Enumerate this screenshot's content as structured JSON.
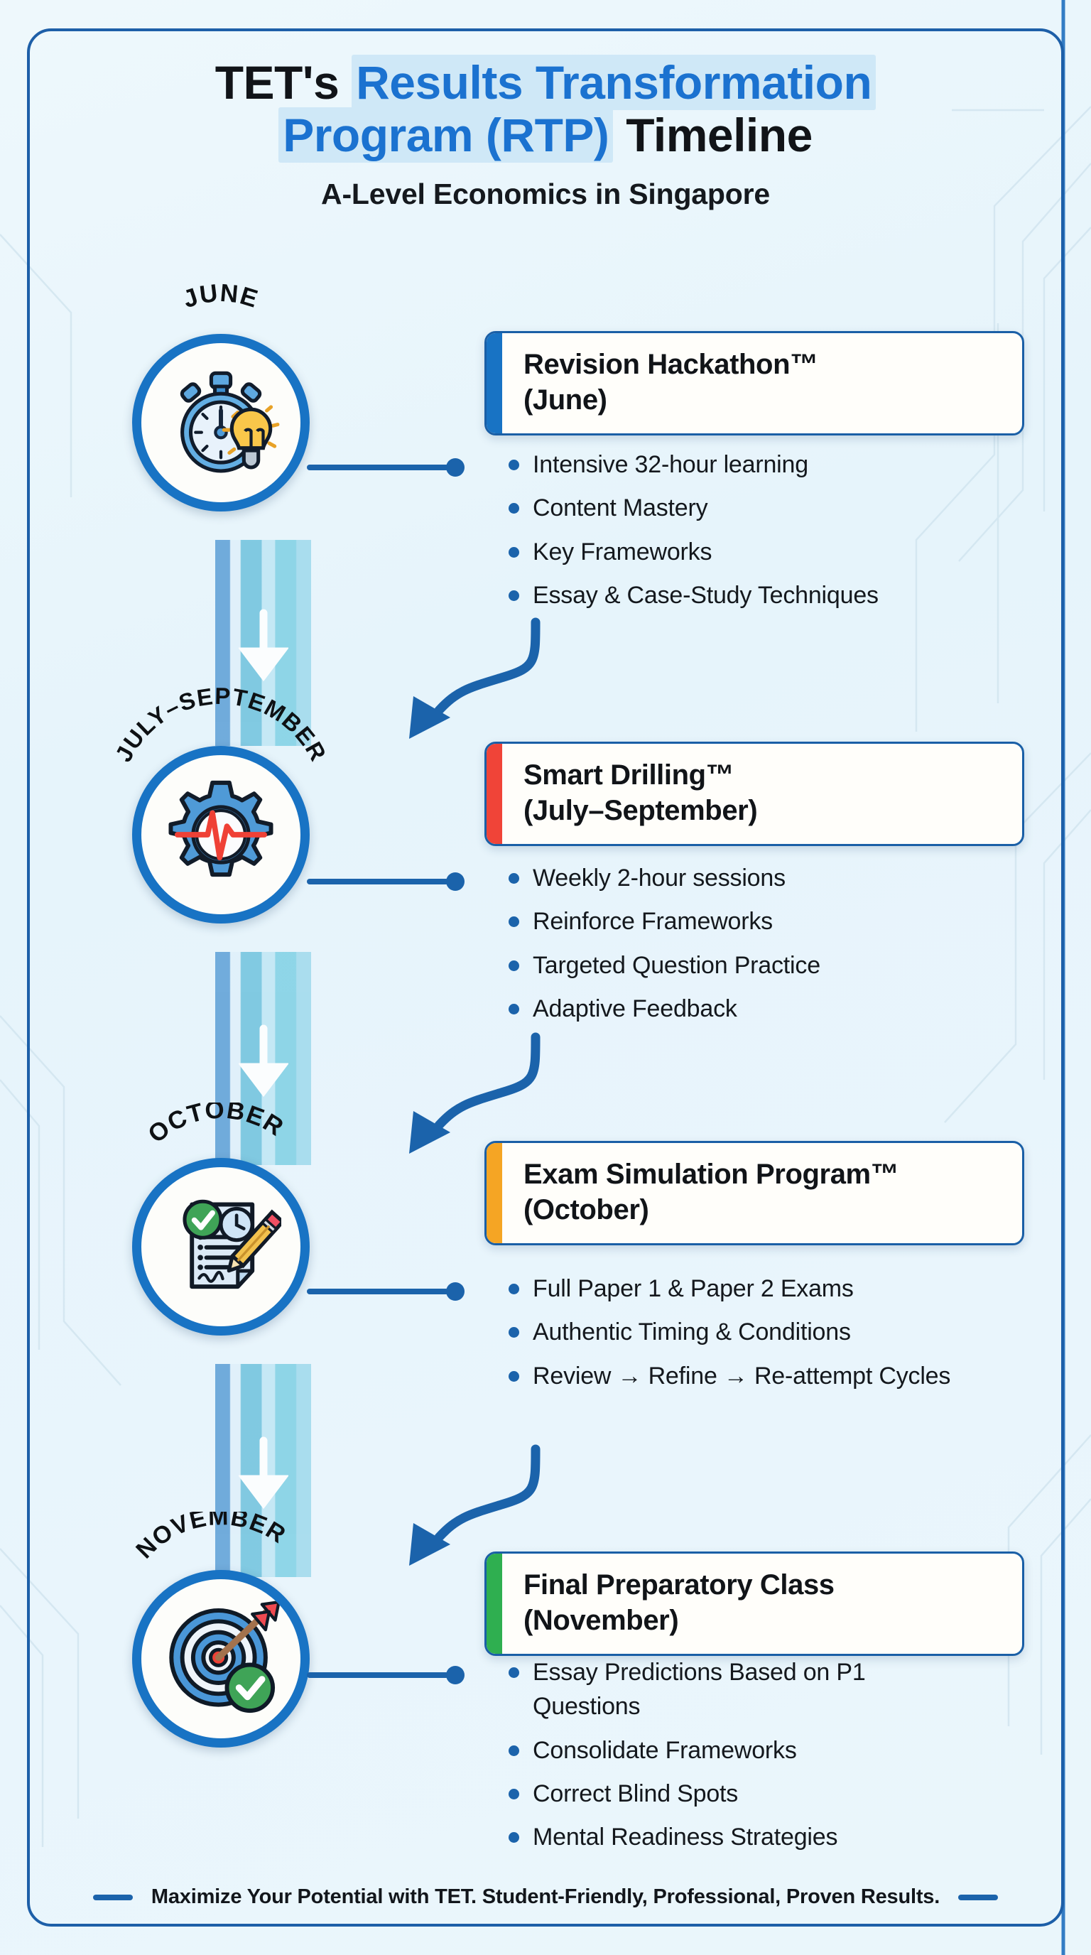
{
  "header": {
    "title_prefix": "TET's ",
    "title_accent_1": "Results Transformation",
    "title_line2_accent": "Program (RTP)",
    "title_line2_suffix": " Timeline",
    "subtitle": "A-Level Economics in Singapore"
  },
  "footer": {
    "tagline": "Maximize Your Potential with TET. Student-Friendly, Professional, Proven Results."
  },
  "colors": {
    "brand_blue": "#1873c4",
    "deep_blue": "#1a5fa6",
    "accent_red": "#f04438",
    "accent_orange": "#f5a524",
    "accent_green": "#2faf50",
    "highlight_bg": "#cfe8f7",
    "page_bg": "#eaf6fb"
  },
  "steps": [
    {
      "month_label": "JUNE",
      "icon": "stopwatch-lightbulb-icon",
      "accent_color": "#1873c4",
      "card_title_line1": "Revision Hackathon™",
      "card_title_line2": "(June)",
      "bullets": [
        "Intensive 32-hour learning",
        "Content Mastery",
        "Key Frameworks",
        "Essay & Case-Study Techniques"
      ]
    },
    {
      "month_label": "JULY–SEPTEMBER",
      "icon": "gear-pulse-icon",
      "accent_color": "#f04438",
      "card_title_line1": "Smart Drilling™",
      "card_title_line2": "(July–September)",
      "bullets": [
        "Weekly 2-hour sessions",
        "Reinforce Frameworks",
        "Targeted Question Practice",
        "Adaptive Feedback"
      ]
    },
    {
      "month_label": "OCTOBER",
      "icon": "exam-paper-pencil-icon",
      "accent_color": "#f5a524",
      "card_title_line1": "Exam Simulation Program™",
      "card_title_line2": "(October)",
      "bullets": [
        "Full Paper 1 & Paper 2 Exams",
        "Authentic Timing & Conditions",
        "Review → Refine → Re-attempt Cycles"
      ]
    },
    {
      "month_label": "NOVEMBER",
      "icon": "target-arrow-check-icon",
      "accent_color": "#2faf50",
      "card_title_line1": "Final Preparatory Class",
      "card_title_line2": "(November)",
      "bullets": [
        "Essay Predictions Based on P1 Questions",
        "Consolidate Frameworks",
        "Correct Blind Spots",
        "Mental Readiness Strategies"
      ]
    }
  ]
}
